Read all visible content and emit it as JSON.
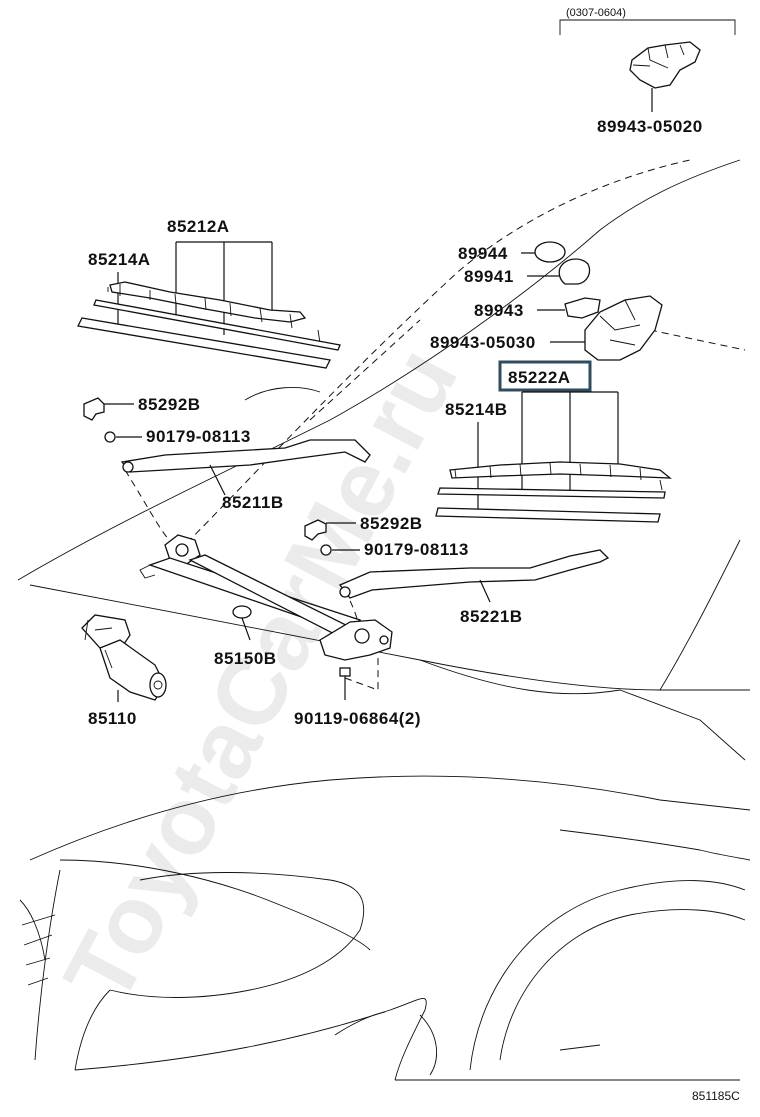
{
  "diagram": {
    "date_range": "(0307-0604)",
    "drawing_code": "851185C",
    "watermark": "ToyotaCarMe.ru",
    "highlight_color": "#2f4d5c",
    "labels": {
      "p_89943_05020": "89943-05020",
      "p_85212A": "85212A",
      "p_85214A": "85214A",
      "p_89944": "89944",
      "p_89941": "89941",
      "p_89943": "89943",
      "p_89943_05030": "89943-05030",
      "p_85222A": "85222A",
      "p_85214B": "85214B",
      "p_85292B_1": "85292B",
      "p_90179_08113_1": "90179-08113",
      "p_85211B": "85211B",
      "p_85292B_2": "85292B",
      "p_90179_08113_2": "90179-08113",
      "p_85221B": "85221B",
      "p_85150B": "85150B",
      "p_85110": "85110",
      "p_90119_06864": "90119-06864(2)"
    }
  }
}
